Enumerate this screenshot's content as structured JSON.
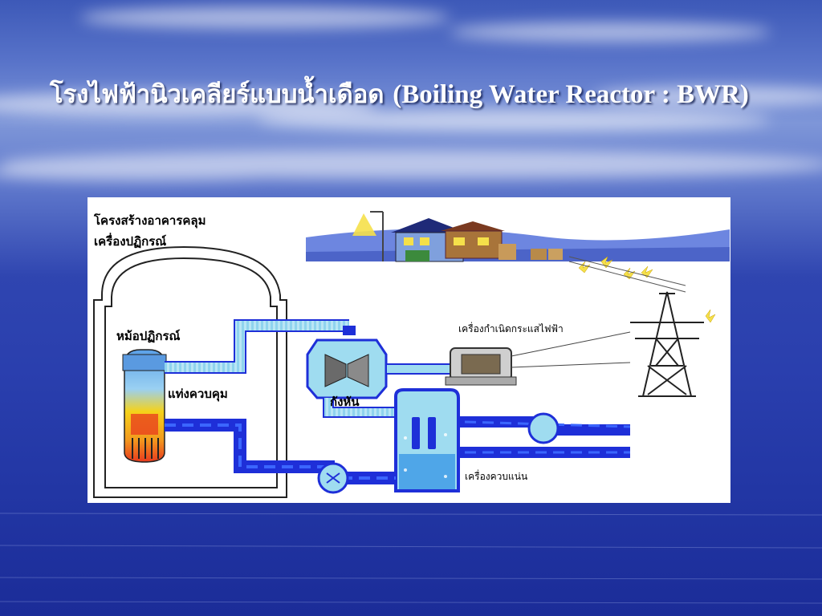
{
  "slide": {
    "title_th": "โรงไฟฟ้านิวเคลียร์แบบน้ำเดือด",
    "title_en": "(Boiling Water Reactor : BWR)"
  },
  "diagram": {
    "labels": {
      "containment_line1": "โครงสร้างอาคารคลุม",
      "containment_line2": "เครื่องปฏิกรณ์",
      "reactor_vessel": "หม้อปฏิกรณ์",
      "control_rods": "แท่งควบคุม",
      "turbine": "กังหัน",
      "generator": "เครื่องกำเนิดกระแสไฟฟ้า",
      "condenser": "เครื่องควบแน่น"
    },
    "colors": {
      "steam_pipe": "#9fdcf0",
      "water_pipe": "#1e2fd8",
      "flow_dash": "#3b66ff",
      "core_hot": "#e83a1e",
      "core_warm": "#f5d21a",
      "core_cool": "#5aa0e8",
      "sky_ground": "#6d86e0"
    }
  }
}
